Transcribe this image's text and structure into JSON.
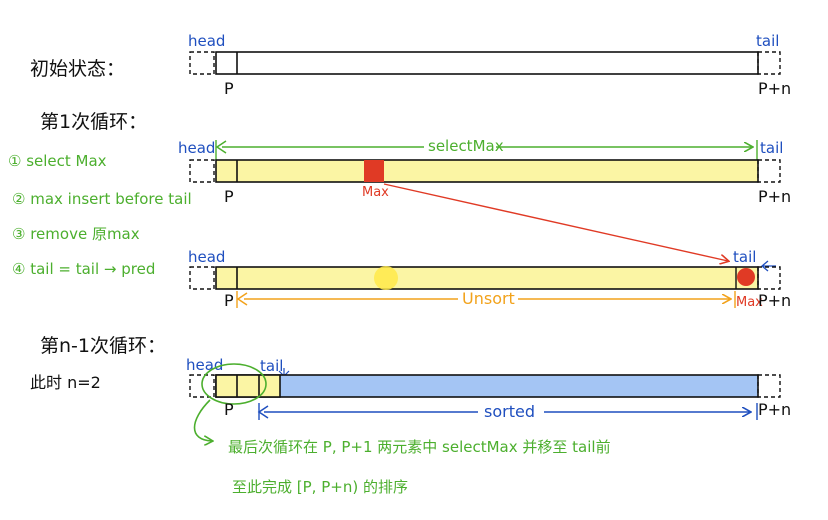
{
  "colors": {
    "black": "#111111",
    "blue": "#1f4fbf",
    "green": "#4caf2e",
    "red": "#e03a25",
    "orange": "#f2a21b",
    "yellow_fill": "#fbf5a4",
    "sorted_fill": "#a4c5f4"
  },
  "stage1": {
    "heading": "初始状态：",
    "head": "head",
    "tail": "tail",
    "p": "P",
    "pn": "P+n"
  },
  "stage2": {
    "heading": "第1次循环：",
    "head": "head",
    "tail": "tail",
    "range_label": "selectMax",
    "max": "Max",
    "p": "P",
    "pn": "P+n",
    "steps": [
      "① select Max",
      "② max insert before tail",
      "③ remove 原max",
      "④ tail = tail → pred"
    ]
  },
  "stage3": {
    "head": "head",
    "tail": "tail",
    "unsort": "Unsort",
    "max": "Max",
    "p": "P",
    "pn": "P+n"
  },
  "stage4": {
    "heading": "第n-1次循环：",
    "sub": "此时 n=2",
    "head": "head",
    "tail": "tail",
    "sorted": "sorted",
    "p": "P",
    "pn": "P+n",
    "note_line1": "最后次循环在 P, P+1 两元素中 selectMax 并移至 tail前",
    "note_line2": "至此完成 [P, P+n) 的排序"
  }
}
